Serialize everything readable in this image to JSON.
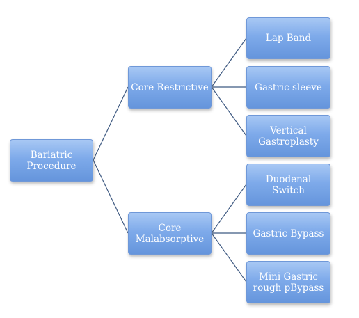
{
  "diagram": {
    "root": {
      "label": "Bariatric\nProcedure"
    },
    "branches": [
      {
        "label": "Core Restrictive",
        "children": [
          "Lap Band",
          "Gastric sleeve",
          "Vertical\nGastroplasty"
        ]
      },
      {
        "label": "Core\nMalabsorptive",
        "children": [
          "Duodenal\nSwitch",
          "Gastric Bypass",
          "Mini Gastric\nrough pBypass"
        ]
      }
    ],
    "colors": {
      "node_fill_top": "#a8c8f4",
      "node_fill_bottom": "#6595dc",
      "node_text": "#ffffff",
      "connector": "#3f5a82"
    }
  }
}
